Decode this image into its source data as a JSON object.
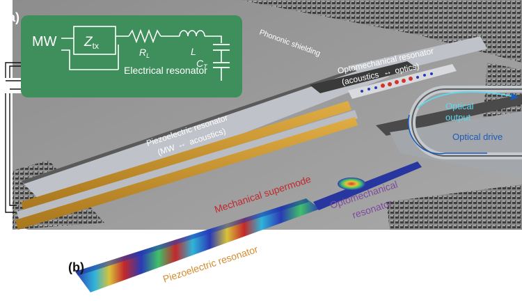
{
  "panels": {
    "a": "(a)",
    "b": "(b)"
  },
  "circuit": {
    "source": "MW",
    "impedance_main": "Z",
    "impedance_sub": "tx",
    "resistor_main": "R",
    "resistor_sub": "L",
    "inductor": "L",
    "capacitor_main": "C",
    "capacitor_sub": "T",
    "title": "Electrical resonator"
  },
  "device": {
    "phononic_shielding": "Phononic shielding",
    "optomech_title": "Optomechanical resonator",
    "optomech_left": "(acoustics",
    "optomech_right": "optics)",
    "piezo_title": "Piezoelectric resonator",
    "piezo_left": "(MW",
    "piezo_right": "acoustics)",
    "optical_output_1": "Optical",
    "optical_output_2": "output",
    "optical_drive": "Optical drive"
  },
  "simulation": {
    "supermode": "Mechanical supermode",
    "optomech_1": "Optomechanical",
    "optomech_2": "resonator",
    "piezo": "Piezoelectric resonator"
  },
  "colors": {
    "circuit_bg": "#3f8f5c",
    "gold": "#c8962e",
    "supermode_red": "#c0282d",
    "optomech_purple": "#7d4a9e",
    "piezo_orange": "#d68a2c",
    "optical_output": "#5fd8ee",
    "optical_drive": "#1c5bb8"
  }
}
